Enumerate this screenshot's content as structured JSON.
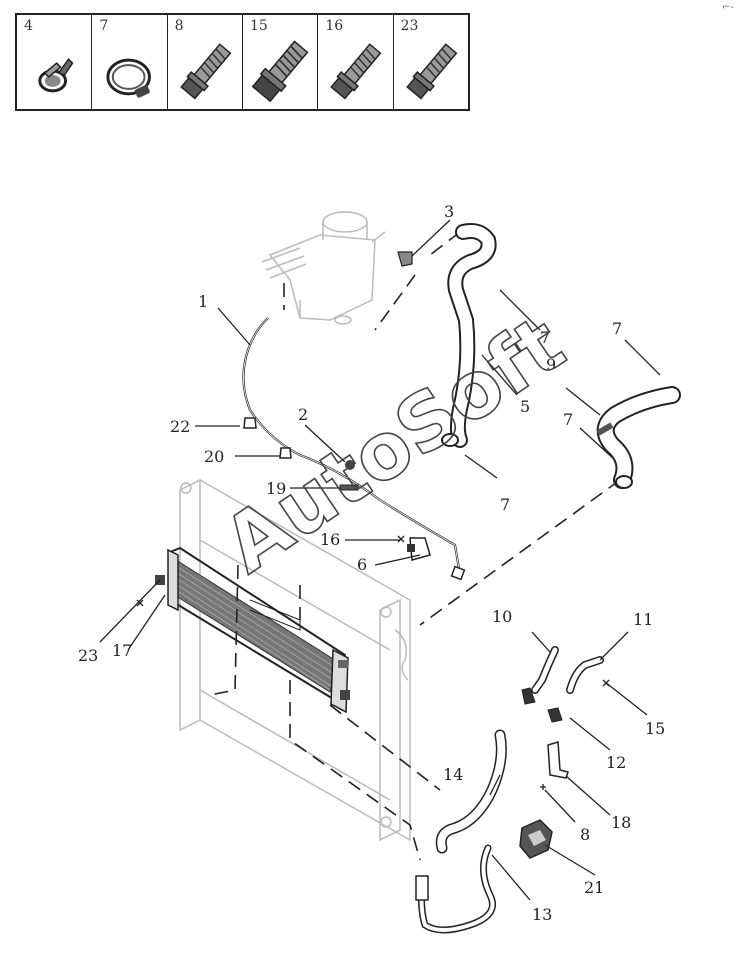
{
  "legend": [
    {
      "num": "4",
      "icon": "spring-clamp-icon"
    },
    {
      "num": "7",
      "icon": "hose-clamp-icon"
    },
    {
      "num": "8",
      "icon": "flange-bolt-icon"
    },
    {
      "num": "15",
      "icon": "flange-bolt-large-icon"
    },
    {
      "num": "16",
      "icon": "flange-bolt-icon"
    },
    {
      "num": "23",
      "icon": "flange-bolt-icon"
    }
  ],
  "watermark": "AutoSoft",
  "corner_mark": "⌐-",
  "callouts": {
    "c1": "1",
    "c2": "2",
    "c3": "3",
    "c5": "5",
    "c6": "6",
    "c7a": "7",
    "c7b": "7",
    "c7c": "7",
    "c7d": "7",
    "c8": "8",
    "c9": "9",
    "c10": "10",
    "c11": "11",
    "c12": "12",
    "c13": "13",
    "c14": "14",
    "c15": "15",
    "c16": "16",
    "c17": "17",
    "c18": "18",
    "c19": "19",
    "c20": "20",
    "c21": "21",
    "c22": "22",
    "c23": "23"
  }
}
